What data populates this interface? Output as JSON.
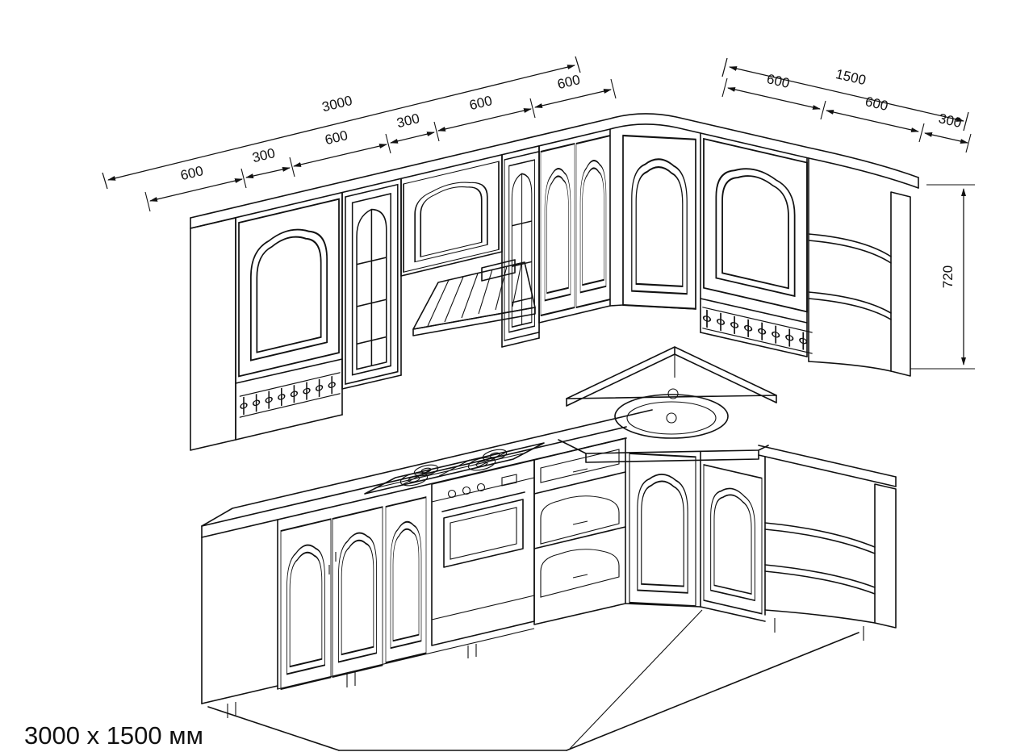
{
  "caption": "3000 x 1500 мм",
  "dims": {
    "left_total": "3000",
    "left_segments": [
      "600",
      "300",
      "600",
      "300",
      "600",
      "600"
    ],
    "right_total": "1500",
    "right_segments": [
      "600",
      "600",
      "300"
    ],
    "cabinet_height": "720"
  }
}
